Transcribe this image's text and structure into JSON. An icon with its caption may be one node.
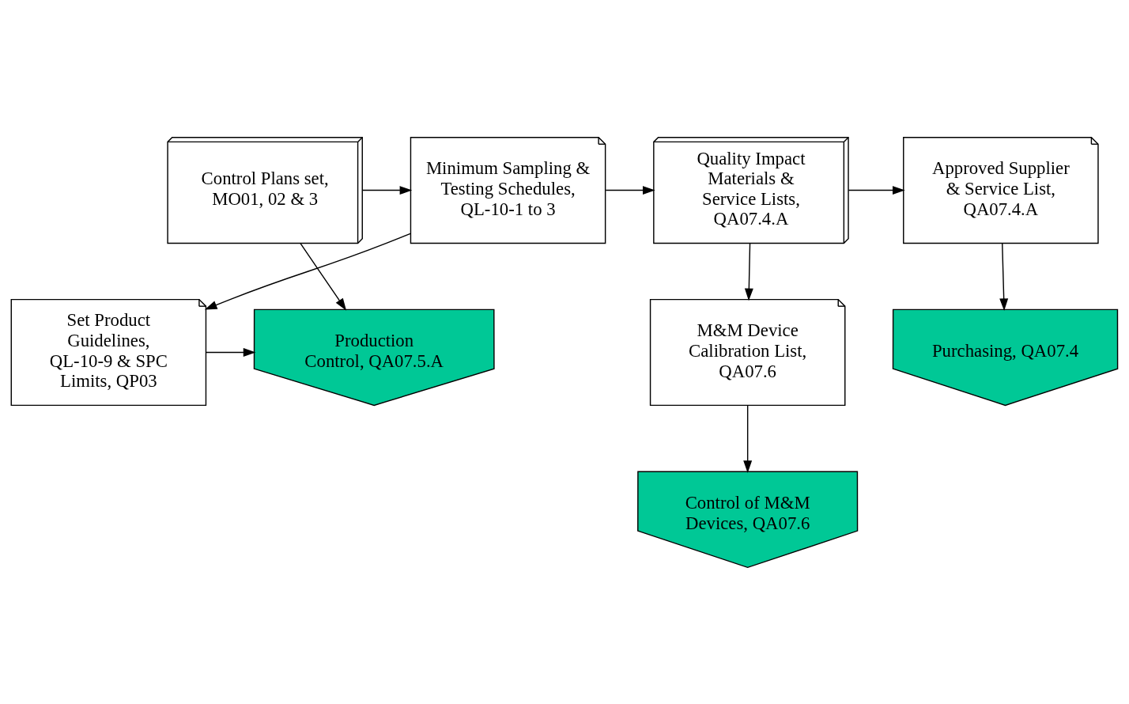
{
  "diagram": {
    "nodes": [
      {
        "text": [
          "Control Plans set, MO01, 02 & 3"
        ]
      },
      {
        "text": [
          "Minimum Sampling & Testing Schedules, QL-10-1 to 3"
        ]
      },
      {
        "text": [
          "Quality Impact Materials & Service Lists, QA07.4.A"
        ]
      },
      {
        "text": [
          "Approved Supplier & Service List, QA07.4.A"
        ]
      },
      {
        "text": [
          "Production Control, QA07.5.A"
        ]
      },
      {
        "text": [
          "Set Product Guidelines, QL-10-9 & SPC Limits, QP03"
        ]
      },
      {
        "text": [
          "M&M Device Calibration List, QA07.6"
        ]
      },
      {
        "text": [
          "Purchasing, QA07.4"
        ]
      },
      {
        "text": [
          "Control of M&M Devices, QA07.6"
        ]
      }
    ],
    "edges": [
      {
        "from": 0,
        "to": 1,
        "arrow": "to"
      },
      {
        "from": 1,
        "to": 2,
        "arrow": "to"
      },
      {
        "from": 2,
        "to": 3,
        "arrow": "to"
      },
      {
        "from": 0,
        "to": 4,
        "arrow": "to"
      },
      {
        "from": 1,
        "to": 5,
        "arrow": "to"
      },
      {
        "from": 5,
        "to": 4,
        "arrow": "to"
      },
      {
        "from": 2,
        "to": 6,
        "arrow": "to"
      },
      {
        "from": 3,
        "to": 7,
        "arrow": "to"
      },
      {
        "from": 6,
        "to": 8,
        "arrow": "to"
      }
    ]
  }
}
